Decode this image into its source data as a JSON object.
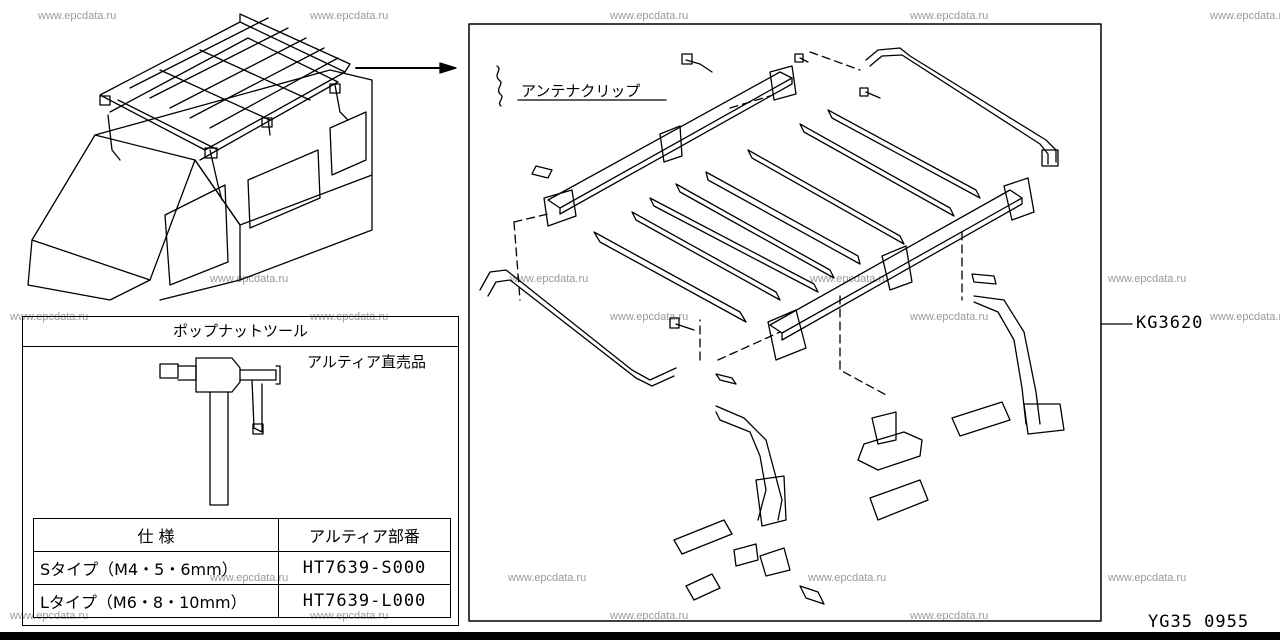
{
  "watermarks": [
    "www.epcdata.ru"
  ],
  "diagram": {
    "antenna_clip_label": "アンテナクリップ",
    "part_code": "KG3620",
    "figure_code": "YG35  0955"
  },
  "tool_box": {
    "title": "ポップナットツール",
    "note": "アルティア直売品",
    "table": {
      "headers": [
        "仕 様",
        "アルティア部番"
      ],
      "rows": [
        {
          "spec": "Sタイプ（M4・5・6mm）",
          "part": "HT7639-S000"
        },
        {
          "spec": "Lタイプ（M6・8・10mm）",
          "part": "HT7639-L000"
        }
      ]
    }
  },
  "icons": [
    "car-roof-icon",
    "arrow-right-icon",
    "roof-rack-icon",
    "pop-nut-tool-icon",
    "clip-symbol-icon"
  ]
}
